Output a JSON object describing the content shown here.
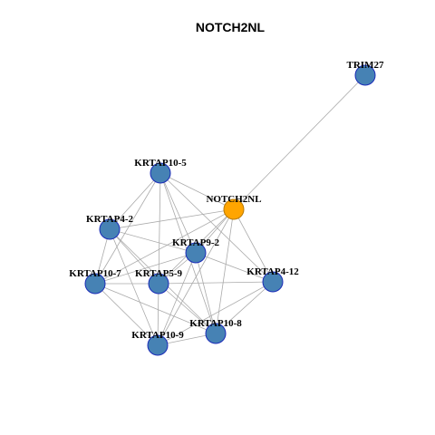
{
  "title": "NOTCH2NL",
  "colors": {
    "center_fill": "#FFA500",
    "center_stroke": "#B87800",
    "node_fill": "#4682B4",
    "node_stroke": "#1A2BB8",
    "edge": "#AAAAAA"
  },
  "nodes": [
    {
      "id": "TRIM27",
      "label": "TRIM27",
      "center": false
    },
    {
      "id": "KRTAP10-5",
      "label": "KRTAP10-5",
      "center": false
    },
    {
      "id": "NOTCH2NL",
      "label": "NOTCH2NL",
      "center": true
    },
    {
      "id": "KRTAP4-2",
      "label": "KRTAP4-2",
      "center": false
    },
    {
      "id": "KRTAP9-2",
      "label": "KRTAP9-2",
      "center": false
    },
    {
      "id": "KRTAP10-7",
      "label": "KRTAP10-7",
      "center": false
    },
    {
      "id": "KRTAP5-9",
      "label": "KRTAP5-9",
      "center": false
    },
    {
      "id": "KRTAP4-12",
      "label": "KRTAP4-12",
      "center": false
    },
    {
      "id": "KRTAP10-8",
      "label": "KRTAP10-8",
      "center": false
    },
    {
      "id": "KRTAP10-9",
      "label": "KRTAP10-9",
      "center": false
    }
  ],
  "edges": [
    [
      "TRIM27",
      "NOTCH2NL"
    ],
    [
      "NOTCH2NL",
      "KRTAP10-5"
    ],
    [
      "NOTCH2NL",
      "KRTAP4-2"
    ],
    [
      "NOTCH2NL",
      "KRTAP9-2"
    ],
    [
      "NOTCH2NL",
      "KRTAP10-7"
    ],
    [
      "NOTCH2NL",
      "KRTAP5-9"
    ],
    [
      "NOTCH2NL",
      "KRTAP4-12"
    ],
    [
      "NOTCH2NL",
      "KRTAP10-8"
    ],
    [
      "NOTCH2NL",
      "KRTAP10-9"
    ],
    [
      "KRTAP10-5",
      "KRTAP4-2"
    ],
    [
      "KRTAP10-5",
      "KRTAP9-2"
    ],
    [
      "KRTAP10-5",
      "KRTAP10-7"
    ],
    [
      "KRTAP10-5",
      "KRTAP5-9"
    ],
    [
      "KRTAP10-5",
      "KRTAP4-12"
    ],
    [
      "KRTAP10-5",
      "KRTAP10-8"
    ],
    [
      "KRTAP4-2",
      "KRTAP9-2"
    ],
    [
      "KRTAP4-2",
      "KRTAP10-7"
    ],
    [
      "KRTAP4-2",
      "KRTAP5-9"
    ],
    [
      "KRTAP4-2",
      "KRTAP10-8"
    ],
    [
      "KRTAP4-2",
      "KRTAP10-9"
    ],
    [
      "KRTAP9-2",
      "KRTAP10-7"
    ],
    [
      "KRTAP9-2",
      "KRTAP5-9"
    ],
    [
      "KRTAP9-2",
      "KRTAP4-12"
    ],
    [
      "KRTAP9-2",
      "KRTAP10-8"
    ],
    [
      "KRTAP9-2",
      "KRTAP10-9"
    ],
    [
      "KRTAP10-7",
      "KRTAP5-9"
    ],
    [
      "KRTAP10-7",
      "KRTAP10-8"
    ],
    [
      "KRTAP10-7",
      "KRTAP10-9"
    ],
    [
      "KRTAP5-9",
      "KRTAP4-12"
    ],
    [
      "KRTAP5-9",
      "KRTAP10-8"
    ],
    [
      "KRTAP5-9",
      "KRTAP10-9"
    ],
    [
      "KRTAP4-12",
      "KRTAP10-8"
    ],
    [
      "KRTAP4-12",
      "KRTAP10-9"
    ],
    [
      "KRTAP10-8",
      "KRTAP10-9"
    ]
  ]
}
